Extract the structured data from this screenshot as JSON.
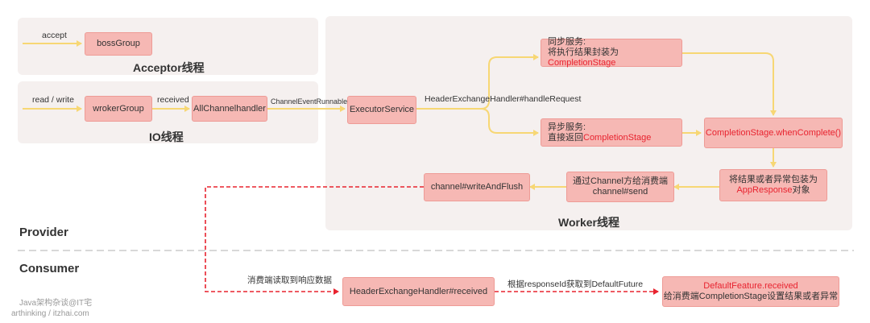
{
  "panels": {
    "acceptor": "Acceptor线程",
    "io": "IO线程",
    "worker": "Worker线程"
  },
  "sections": {
    "provider": "Provider",
    "consumer": "Consumer"
  },
  "boxes": {
    "boss_group": "bossGroup",
    "wroker_group": "wrokerGroup",
    "all_channel_handler": "AllChannelhandler",
    "executor_service": "ExecutorService",
    "sync_line1": "同步服务:",
    "sync_line2_pre": "将执行结果封装为",
    "sync_line2_red": "CompletionStage",
    "async_line1": "异步服务:",
    "async_line2_pre": "直接返回",
    "async_line2_red": "CompletionStage",
    "when_complete": "CompletionStage.whenComplete()",
    "wrap_line1": "将结果或者异常包装为",
    "wrap_line2_red": "AppResponse",
    "wrap_line2_post": "对象",
    "send_line1": "通过Channel方给消费端",
    "send_line2": "channel#send",
    "write_and_flush": "channel#writeAndFlush",
    "received": "HeaderExchangeHandler#received",
    "future_line1_red": "DefaultFeature.received",
    "future_line2": "给消费端CompletionStage设置结果或者异常"
  },
  "labels": {
    "accept": "accept",
    "read_write": "read / write",
    "received": "received",
    "channel_event_runnable": "ChannelEventRunnable",
    "handle_request": "HeaderExchangeHandler#handleRequest",
    "consumer_read": "消费端读取到响应数据",
    "get_future": "根据responseId获取到DefaultFuture"
  },
  "watermark": {
    "line1": "Java架构杂谈@IT宅",
    "line2": "arthinking / itzhai.com"
  },
  "colors": {
    "arrow_yellow": "#f7d774",
    "arrow_red": "#e8232f",
    "box_fill": "#f6b8b4",
    "panel_fill": "#f5f0ef"
  }
}
